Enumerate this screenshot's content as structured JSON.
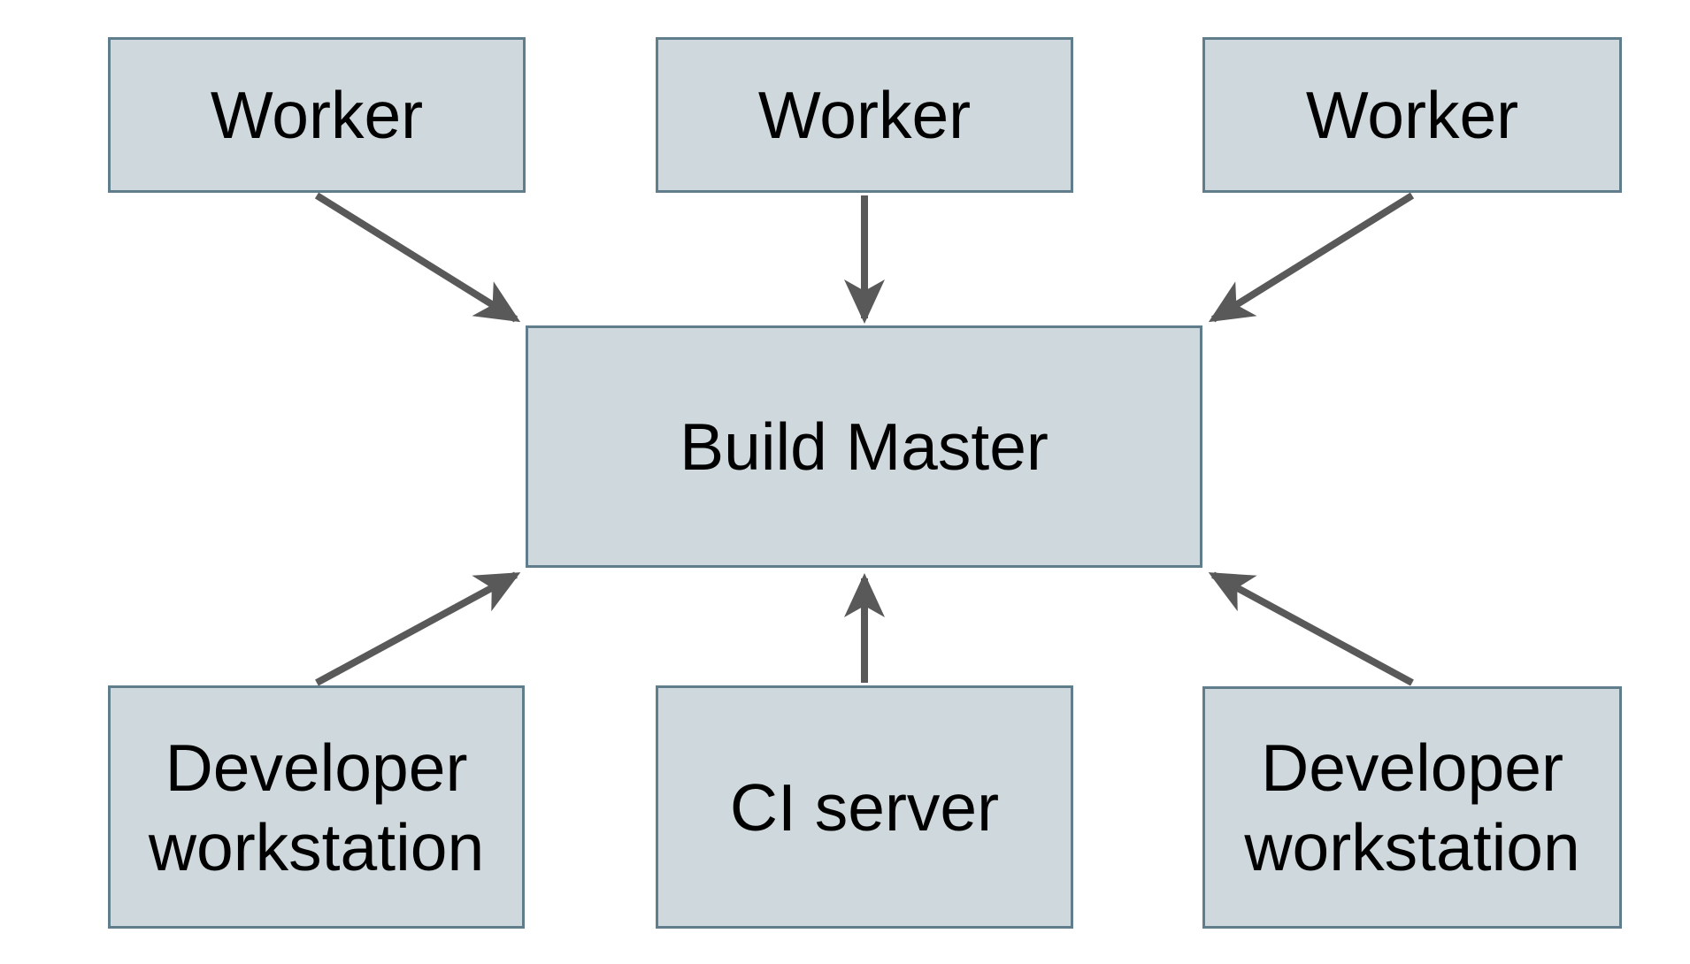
{
  "diagram": {
    "type": "architecture-diagram",
    "colors": {
      "background": "#ffffff",
      "node_fill": "#cfd8dc",
      "node_border": "#607d8b",
      "arrow": "#595959",
      "text": "#000000"
    },
    "nodes": [
      {
        "id": "worker-1",
        "label": "Worker"
      },
      {
        "id": "worker-2",
        "label": "Worker"
      },
      {
        "id": "worker-3",
        "label": "Worker"
      },
      {
        "id": "build-master",
        "label": "Build Master"
      },
      {
        "id": "developer-workstation-left",
        "label": "Developer workstation"
      },
      {
        "id": "ci-server",
        "label": "CI server"
      },
      {
        "id": "developer-workstation-right",
        "label": "Developer workstation"
      }
    ],
    "edges": [
      {
        "from": "worker-1",
        "to": "build-master"
      },
      {
        "from": "worker-2",
        "to": "build-master"
      },
      {
        "from": "worker-3",
        "to": "build-master"
      },
      {
        "from": "developer-workstation-left",
        "to": "build-master"
      },
      {
        "from": "ci-server",
        "to": "build-master"
      },
      {
        "from": "developer-workstation-right",
        "to": "build-master"
      }
    ]
  }
}
